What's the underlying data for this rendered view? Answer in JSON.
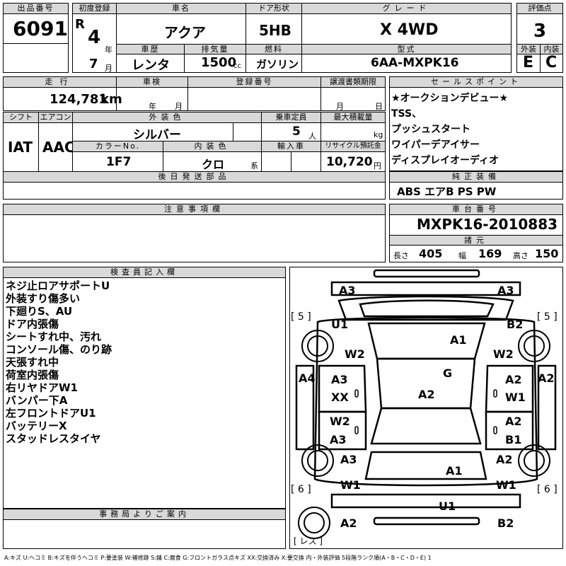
{
  "header": {
    "lot_label": "出品番号",
    "lot_no": "6091",
    "first_reg_label": "初度登録",
    "era": "R",
    "year": "4",
    "year_unit": "年",
    "month": "7",
    "month_unit": "月",
    "name_label": "車名",
    "name": "アクア",
    "door_label": "ドア形状",
    "door": "5HB",
    "grade_label": "グレード",
    "grade": "X 4WD",
    "score_label": "評価点",
    "score": "3",
    "history_label": "車歴",
    "history": "レンタ",
    "displacement_label": "排気量",
    "displacement": "1500",
    "displacement_unit": "cc",
    "fuel_label": "燃料",
    "fuel": "ガソリン",
    "model_label": "型式",
    "model": "6AA-MXPK16",
    "ext_label": "外装",
    "ext": "E",
    "int_label": "内装",
    "int": "C"
  },
  "row2": {
    "mileage_label": "走行",
    "mileage": "124,781",
    "mileage_unit": "km",
    "inspection_label": "車検",
    "inspection_year": "年",
    "inspection_month": "月",
    "reg_label": "登録番号",
    "transfer_label": "譲渡書類期限",
    "transfer_month": "月",
    "transfer_day": "日"
  },
  "row3": {
    "shift_label": "シフト",
    "shift": "IAT",
    "ac_label": "エアコン",
    "ac": "AAC",
    "color_label": "外装色",
    "color": "シルバー",
    "capacity_label": "乗車定員",
    "capacity": "5",
    "capacity_unit": "人",
    "load_label": "最大積載量",
    "load_unit": "kg",
    "color_no_label": "カラーNo.",
    "color_no": "1F7",
    "int_color_label": "内装色",
    "int_color": "クロ",
    "int_color_unit": "系",
    "import_label": "輸入車",
    "recycle_label": "リサイクル預託金",
    "recycle": "10,720",
    "recycle_unit": "円"
  },
  "later_parts_label": "後日発送部品",
  "notes_label": "注意事項欄",
  "sales_points": {
    "label": "セールスポイント",
    "lines": [
      "★オークションデビュー★",
      "TSS、",
      "プッシュスタート",
      "ワイパーデアイサー",
      "ディスプレイオーディオ"
    ]
  },
  "equipment": {
    "label": "純正装備",
    "value": "ABS エアB PS PW"
  },
  "chassis": {
    "label": "車台番号",
    "value": "MXPK16-2010883"
  },
  "dims": {
    "label": "諸元",
    "length_label": "長さ",
    "length": "405",
    "width_label": "幅",
    "width": "169",
    "height_label": "高さ",
    "height": "150"
  },
  "inspector": {
    "label": "検査員記入欄",
    "lines": [
      "ネジ止ロアサポートU",
      "外装すり傷多い",
      "下廻りS、AU",
      "ドア内張傷",
      "シートすれ中、汚れ",
      "コンソール傷、のり跡",
      "天張すれ中",
      "荷室内張傷",
      "右リヤドアW1",
      "バンパー下A",
      "左フロントドアU1",
      "バッテリーX",
      "スタッドレスタイヤ"
    ]
  },
  "office_label": "事務局よりご案内",
  "diagram": {
    "tire_front_l": "[ 5 ]",
    "tire_front_r": "[ 5 ]",
    "tire_rear_l": "[ 6 ]",
    "tire_rear_r": "[ 6 ]",
    "spare": "[ レス ]",
    "labels": {
      "a3_tl": "A3",
      "a3_tr": "A3",
      "u1_fl": "U1",
      "b2_fr": "B2",
      "a1_roof": "A1",
      "w2_l": "W2",
      "w2_r": "W2",
      "a4_l": "A4",
      "a2_r": "A2",
      "g": "G",
      "a3_ld": "A3",
      "xx_ld": "XX",
      "a2_rd": "A2",
      "w1_rd": "W1",
      "a2_center": "A2",
      "w2_lr": "W2",
      "a3_lr": "A3",
      "a2_rr": "A2",
      "b1_rr": "B1",
      "a3_lq": "A3",
      "a2_rq": "A2",
      "a1_trunk": "A1",
      "w1_l": "W1",
      "w1_r": "W1",
      "u1_rear": "U1",
      "a2_bl": "A2",
      "b2_br": "B2"
    }
  },
  "legend": "A:キズ U:ヘコミ B:キズを伴うヘコミ P:要塗装 W:補修跡 S:錆 C:腐食 G:フロントガラス点キズ XX:交換済み X:要交換 内・外装評価 5段階ランク順(A・B・C・D・E) 1"
}
